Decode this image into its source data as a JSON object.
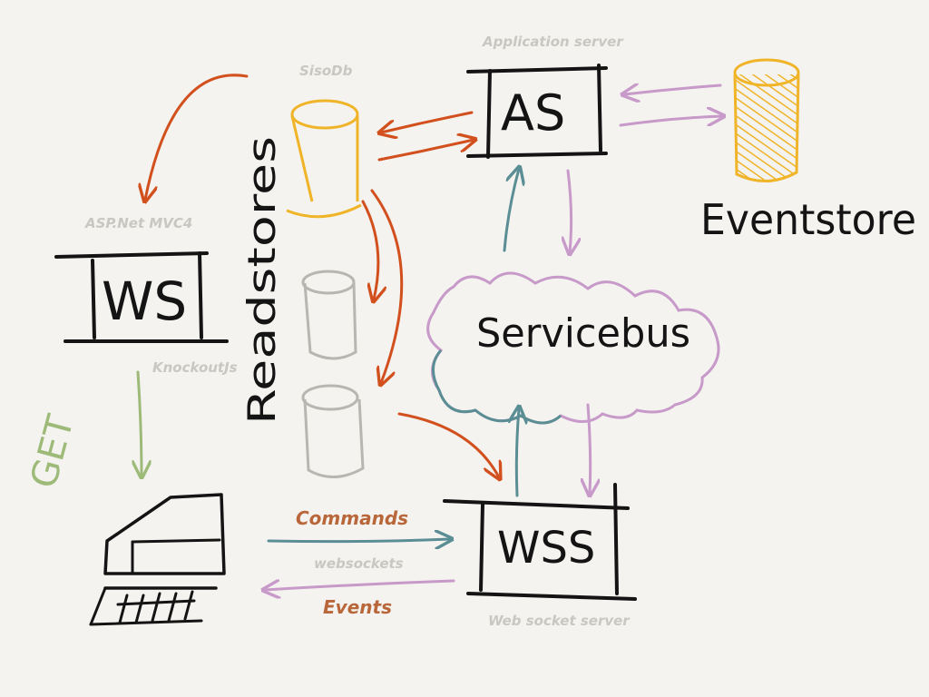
{
  "captions": {
    "application_server": "Application server",
    "sisodb": "SisoDb",
    "aspnet": "ASP.Net MVC4",
    "knockout": "KnockoutJs",
    "websockets": "websockets",
    "web_socket_server": "Web socket server"
  },
  "nodes": {
    "as": "AS",
    "ws": "WS",
    "wss": "WSS",
    "servicebus": "Servicebus",
    "eventstore": "Eventstore",
    "readstores": "Readstores",
    "get": "GET"
  },
  "flows": {
    "commands": "Commands",
    "events": "Events"
  },
  "colors": {
    "background": "#f4f3ef",
    "ink": "#141414",
    "orange_arrow": "#d2501e",
    "pink_arrow": "#c79ac9",
    "teal_arrow": "#5b8e94",
    "green_arrow": "#9dba78",
    "siso_db": "#f0b429",
    "eventstore_db": "#f0b429",
    "readstore_db": "#b8b6b0",
    "caption_gray": "#c9c7c2",
    "label_orange": "#b8663a"
  },
  "icons": {
    "client": "laptop-icon",
    "databases": "database-cylinder-icon"
  }
}
